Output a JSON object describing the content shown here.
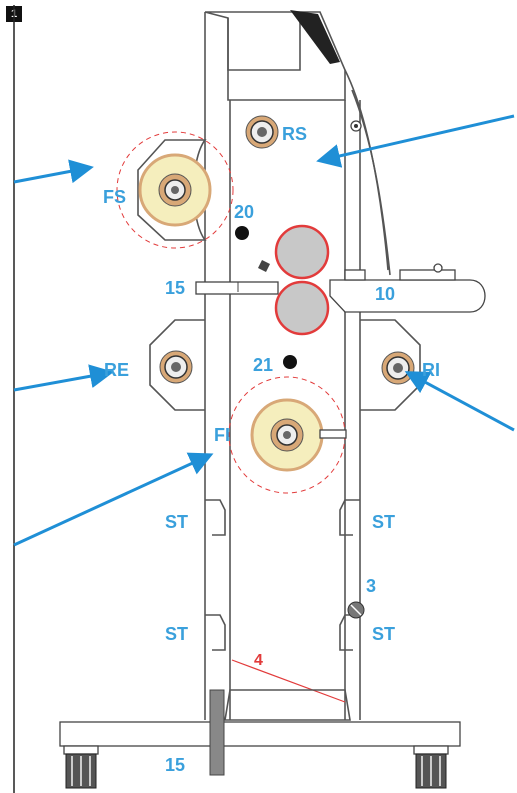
{
  "figure_number": "1",
  "labels": {
    "rs": "RS",
    "fs": "FS",
    "re": "RE",
    "ri": "RI",
    "fi": "FI",
    "st_left_upper": "ST",
    "st_right_upper": "ST",
    "st_left_lower": "ST",
    "st_right_lower": "ST",
    "n20": "20",
    "n21": "21",
    "n15_top": "15",
    "n10": "10",
    "n3": "3",
    "n4": "4",
    "n15_bottom": "15"
  },
  "colors": {
    "label_blue": "#3aa0dc",
    "arrow_blue": "#1f8fd6",
    "red_roller": "#e23b3b",
    "roller_grey": "#c8c8c8",
    "roll_cream": "#f5eebd",
    "roll_tan": "#d8a877"
  }
}
